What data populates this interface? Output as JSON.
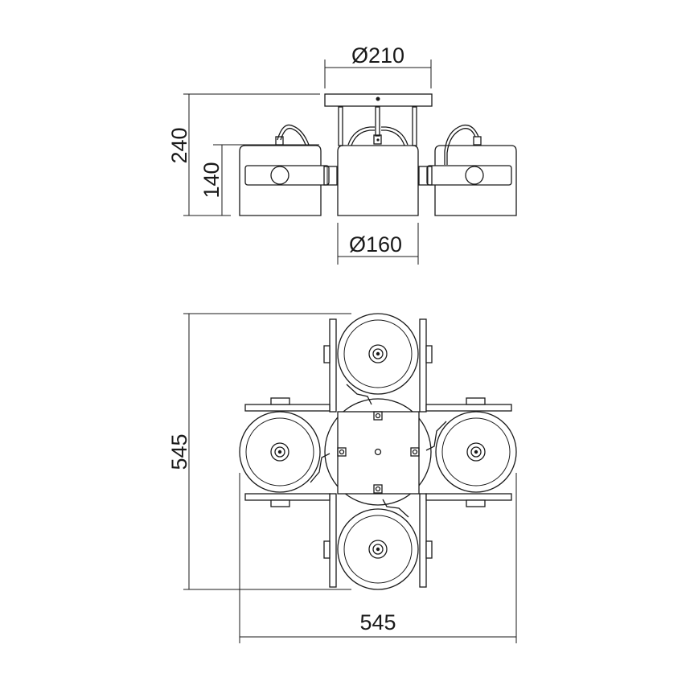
{
  "drawing": {
    "type": "technical-dimension-drawing",
    "subject": "4-light ceiling spotlight fixture",
    "units": "mm"
  },
  "side_view": {
    "dimensions": {
      "canopy_diameter": "Ø210",
      "shade_diameter": "Ø160",
      "total_height": "240",
      "shade_height": "140"
    },
    "shades_visible": 3
  },
  "top_view": {
    "dimensions": {
      "overall_depth": "545",
      "overall_width": "545"
    },
    "shades_visible": 4
  },
  "colors": {
    "line": "#1a1a1a",
    "background": "#ffffff"
  }
}
